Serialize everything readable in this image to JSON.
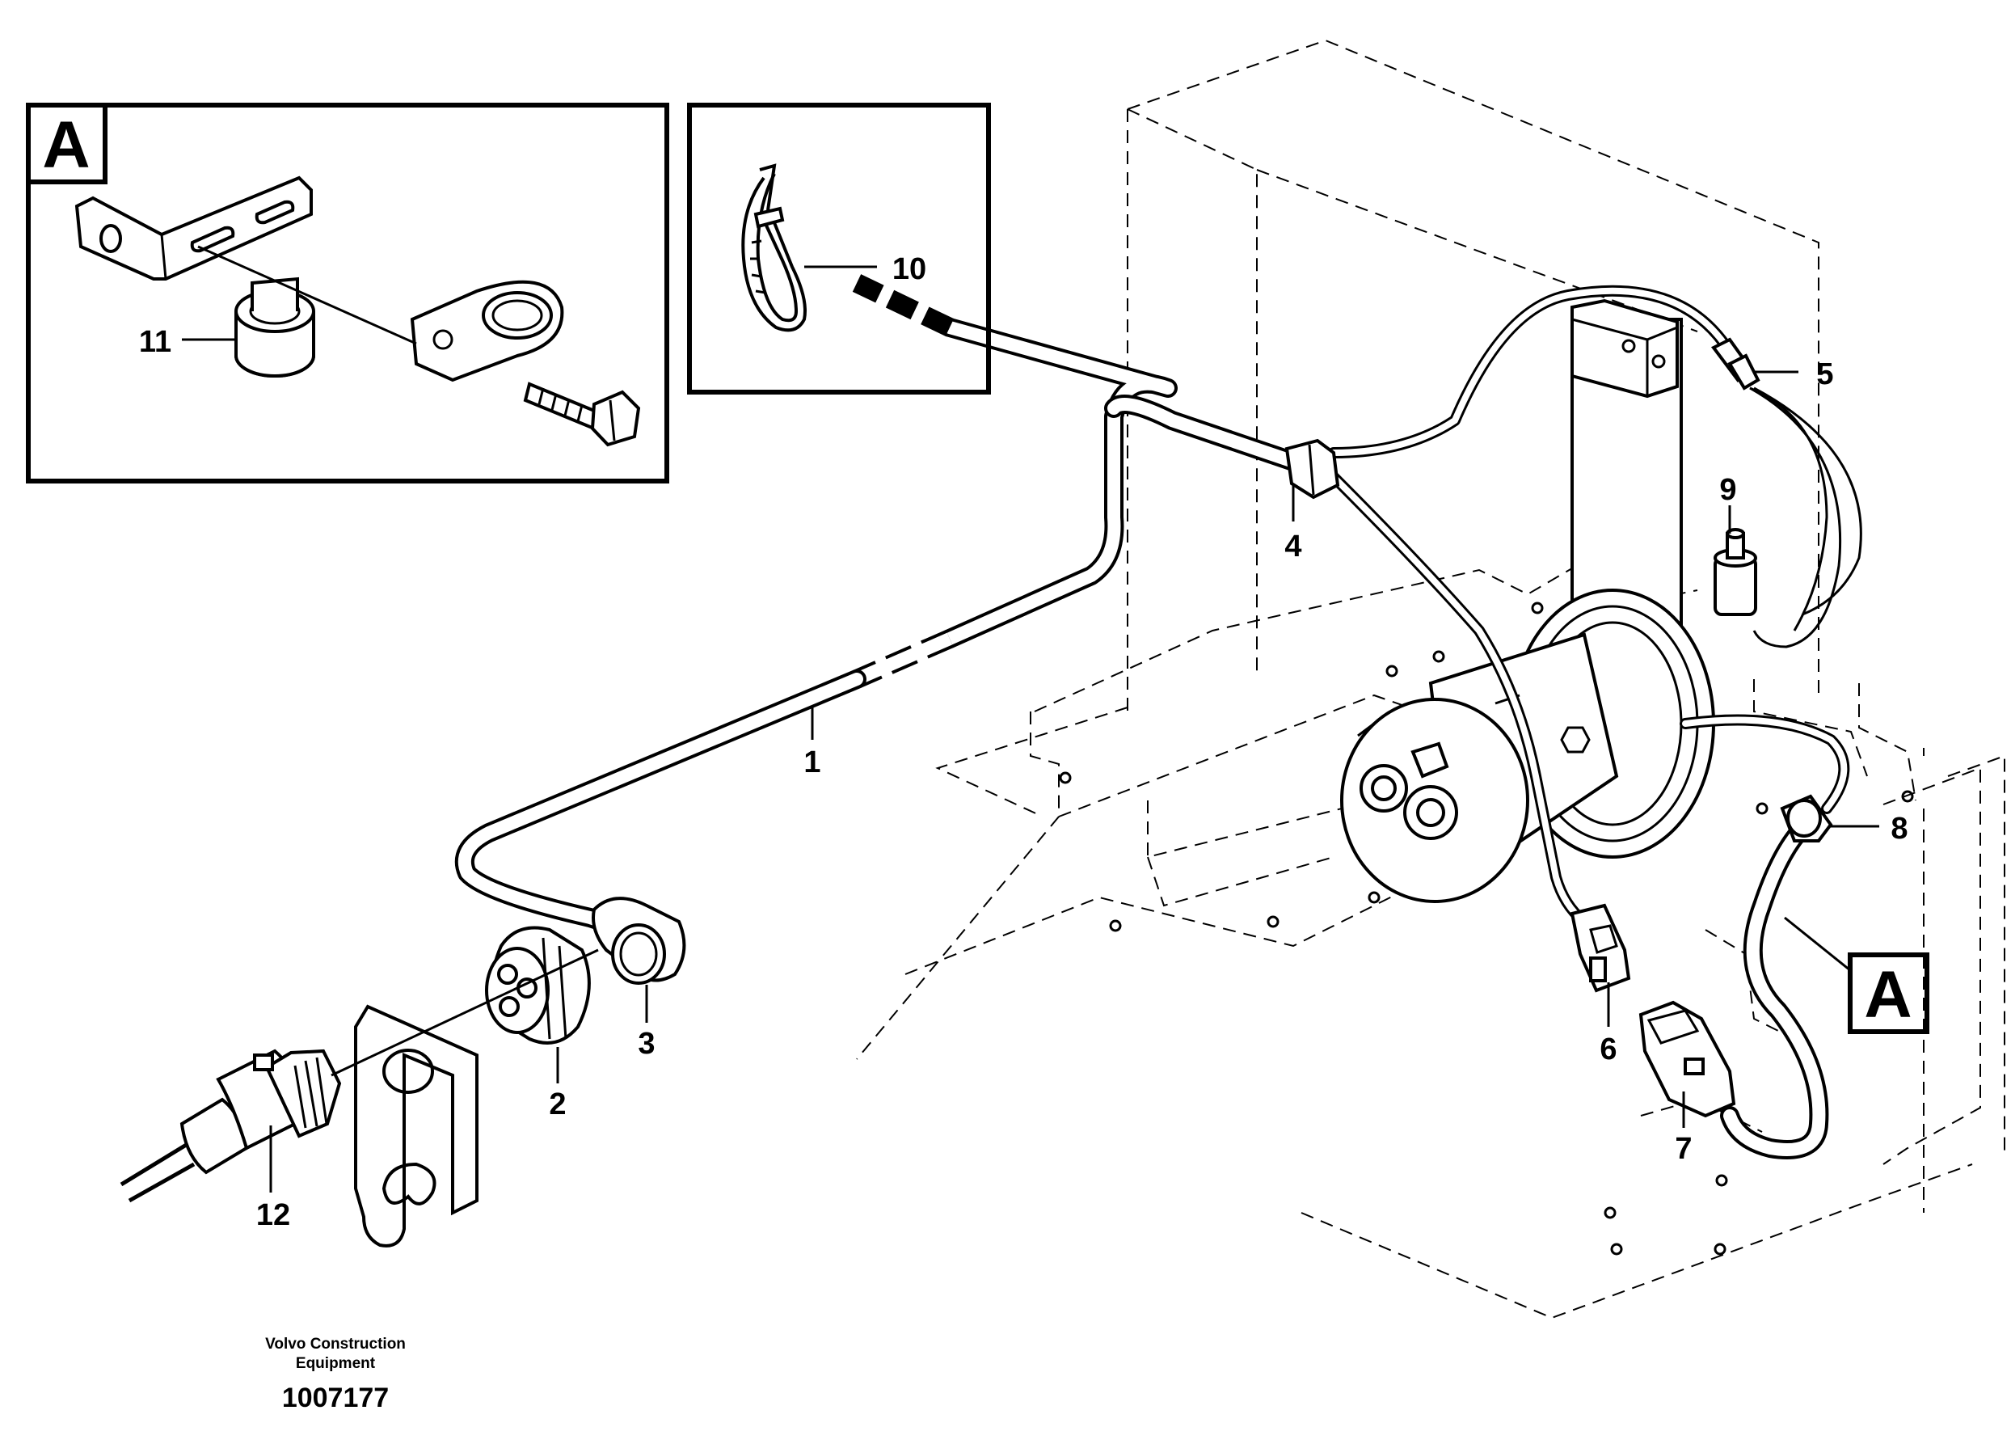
{
  "detail_boxes": {
    "box_a_letter": "A",
    "pointer_box_letter": "A"
  },
  "callouts": {
    "c1": "1",
    "c2": "2",
    "c3": "3",
    "c4": "4",
    "c5": "5",
    "c6": "6",
    "c7": "7",
    "c8": "8",
    "c9": "9",
    "c10": "10",
    "c11": "11",
    "c12": "12"
  },
  "footer": {
    "company_line1": "Volvo Construction",
    "company_line2": "Equipment",
    "drawing_number": "1007177"
  }
}
